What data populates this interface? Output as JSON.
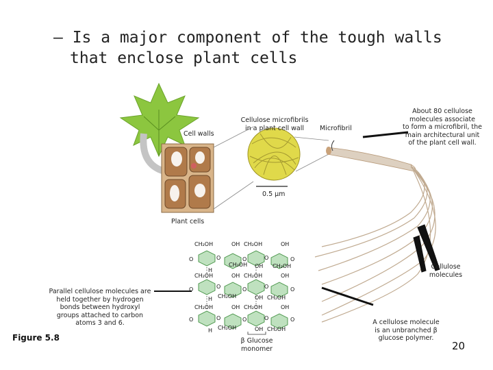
{
  "title": {
    "line1": "– Is a major component of the tough walls",
    "line2": "that enclose plant cells"
  },
  "labels": {
    "cell_walls": "Cell walls",
    "microfibrils_in_wall": [
      "Cellulose microfibrils",
      "in a plant cell wall"
    ],
    "microfibril": "Microfibril",
    "about_80": [
      "About 80 cellulose",
      "molecules associate",
      "to form a microfibril, the",
      "main architectural unit",
      "of the plant cell wall."
    ],
    "scale": "0.5 μm",
    "plant_cells": "Plant cells",
    "parallel": [
      "Parallel cellulose molecules are",
      "held together by hydrogen",
      "bonds between hydroxyl",
      "groups attached to carbon",
      "atoms 3 and 6."
    ],
    "cellulose_molecules": [
      "Cellulose",
      "molecules"
    ],
    "cellulose_molecule_desc": [
      "A cellulose molecule",
      "is an unbranched β",
      "glucose polymer."
    ],
    "glucose_monomer": [
      "β Glucose",
      "monomer"
    ],
    "figure": "Figure 5.8",
    "page_number": "20"
  },
  "chem": {
    "ch2oh": "CH₂OH",
    "oh": "OH",
    "o": "O",
    "h": "H"
  },
  "colors": {
    "leaf": "#8cc63f",
    "cell_wall": "#d9b58a",
    "cell_inner": "#b07a4a",
    "microfibril_ball": "#e0d94a",
    "fiber": "#c9a27a",
    "hexagon": "#8ac98a",
    "arrow_gray": "#bdbdbd"
  }
}
